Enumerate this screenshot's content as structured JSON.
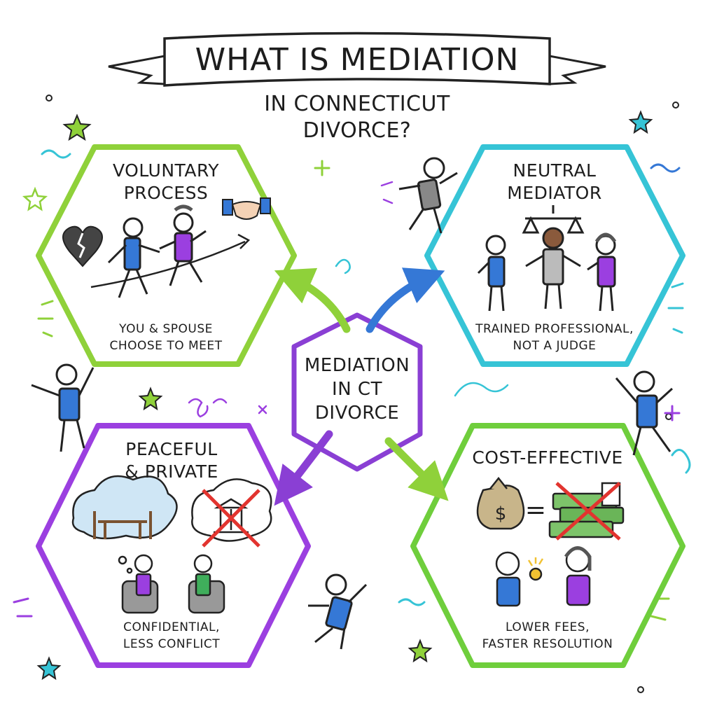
{
  "header": {
    "title": "WHAT IS MEDIATION",
    "subtitle_line1": "IN CONNECTICUT",
    "subtitle_line2": "DIVORCE?"
  },
  "center": {
    "line1": "MEDIATION",
    "line2": "IN CT",
    "line3": "DIVORCE",
    "color": "#8a3fd4"
  },
  "hexagons": [
    {
      "id": "voluntary",
      "title_line1": "VOLUNTARY",
      "title_line2": "PROCESS",
      "caption_line1": "YOU & SPOUSE",
      "caption_line2": "CHOOSE TO MEET",
      "border_color": "#8fd13a",
      "icons": [
        "broken-heart-icon",
        "handshake-icon",
        "stick-figures-walking-icon",
        "arrow-up-icon"
      ]
    },
    {
      "id": "neutral",
      "title_line1": "NEUTRAL",
      "title_line2": "MEDIATOR",
      "caption_line1": "TRAINED PROFESSIONAL,",
      "caption_line2": "NOT A JUDGE",
      "border_color": "#36c4d6",
      "icons": [
        "scales-of-justice-icon",
        "mediator-figure-icon",
        "stick-figures-icon"
      ]
    },
    {
      "id": "peaceful",
      "title_line1": "PEACEFUL",
      "title_line2": "& PRIVATE",
      "caption_line1": "CONFIDENTIAL,",
      "caption_line2": "LESS CONFLICT",
      "border_color": "#9b3fe0",
      "icons": [
        "table-thought-bubble-icon",
        "crossed-courthouse-icon",
        "armchairs-icon"
      ]
    },
    {
      "id": "cost",
      "title_line1": "COST-EFFECTIVE",
      "caption_line1": "LOWER FEES,",
      "caption_line2": "FASTER RESOLUTION",
      "border_color": "#6fce3c",
      "icons": [
        "money-bag-icon",
        "equals-icon",
        "crossed-cash-pile-icon",
        "coin-icon"
      ]
    }
  ],
  "colors": {
    "green": "#8fd13a",
    "teal": "#36c4d6",
    "purple": "#9b3fe0",
    "blue": "#3578d6",
    "red": "#e2342f"
  },
  "equals_symbol": "=",
  "money_symbol": "$"
}
